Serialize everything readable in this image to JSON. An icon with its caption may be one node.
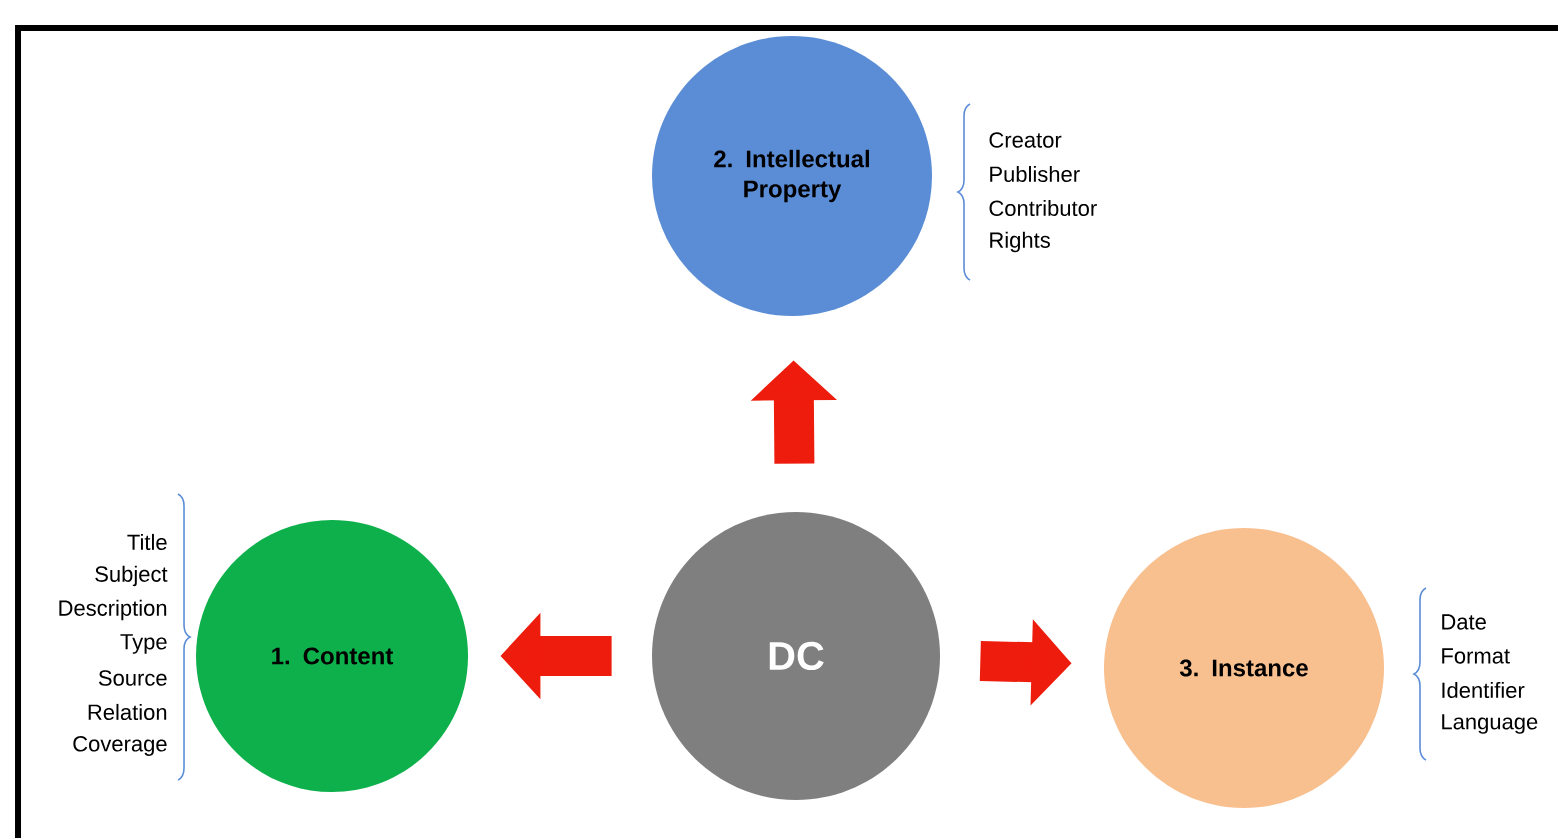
{
  "diagram": {
    "nodes": [
      {
        "text": [
          "2. Intellectual Property"
        ],
        "beside": [
          "Creator",
          "Publisher",
          "Contributor",
          "Rights"
        ]
      },
      {
        "text": [
          "1. Content"
        ],
        "beside": [
          "Title",
          "Subject",
          "Description",
          "Type",
          "Source",
          "Relation",
          "Coverage"
        ]
      },
      {
        "text": [
          "DC"
        ]
      },
      {
        "text": [
          "3. Instance"
        ],
        "beside": [
          "Date",
          "Format",
          "Identifier",
          "Language"
        ]
      }
    ],
    "edges": [
      {
        "from": 2,
        "to": 0,
        "arrow": "to"
      },
      {
        "from": 2,
        "to": 1,
        "arrow": "to"
      },
      {
        "from": 2,
        "to": 3,
        "arrow": "to"
      }
    ]
  }
}
